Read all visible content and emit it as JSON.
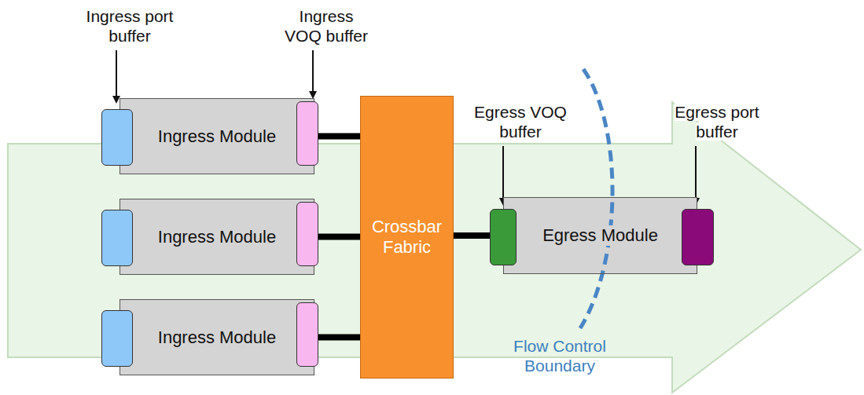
{
  "diagram": {
    "nodes": [
      {
        "text": [
          "Ingress Module"
        ]
      },
      {
        "text": [
          "Ingress Module"
        ]
      },
      {
        "text": [
          "Ingress Module"
        ]
      },
      {
        "text": [
          "Crossbar Fabric"
        ]
      },
      {
        "text": [
          "Egress Module"
        ]
      }
    ],
    "edges": [
      {
        "from": 0,
        "to": 3,
        "arrow": "none"
      },
      {
        "from": 1,
        "to": 3,
        "arrow": "none"
      },
      {
        "from": 2,
        "to": 3,
        "arrow": "none"
      },
      {
        "from": 3,
        "to": 4,
        "arrow": "none"
      }
    ],
    "labels": [
      "Ingress port buffer",
      "Ingress VOQ buffer",
      "Egress VOQ buffer",
      "Egress port buffer",
      "Flow Control Boundary"
    ]
  }
}
